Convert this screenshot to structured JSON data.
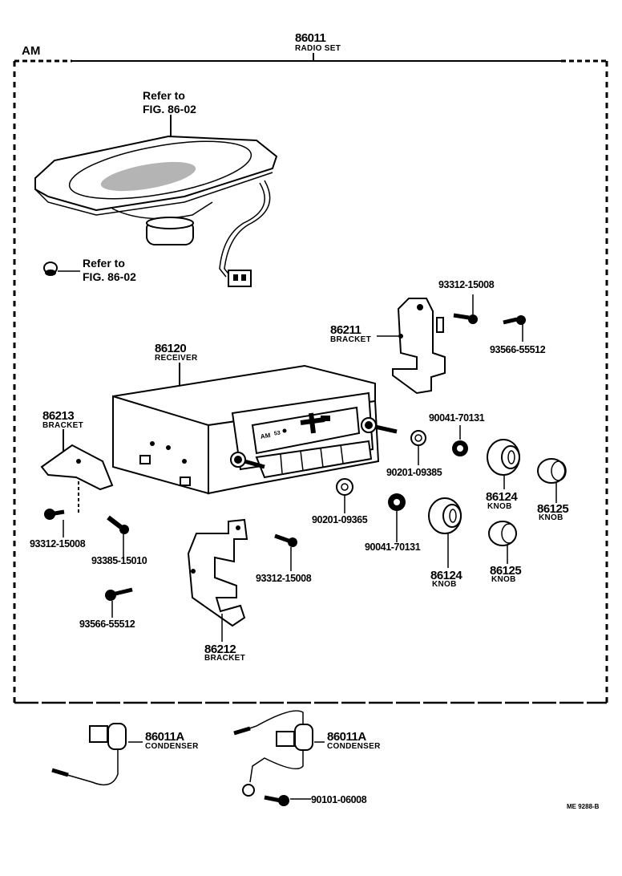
{
  "figure": {
    "section_label": "AM",
    "code": "ME 9288-B"
  },
  "assembly": {
    "number": "86011",
    "name": "RADIO SET"
  },
  "refs": [
    {
      "line1": "Refer to",
      "line2": "FIG. 86-02"
    },
    {
      "line1": "Refer to",
      "line2": "FIG. 86-02"
    }
  ],
  "parts": {
    "receiver": {
      "number": "86120",
      "name": "RECEIVER"
    },
    "bracket_86211": {
      "number": "86211",
      "name": "BRACKET"
    },
    "bracket_86213": {
      "number": "86213",
      "name": "BRACKET"
    },
    "bracket_86212": {
      "number": "86212",
      "name": "BRACKET"
    },
    "knob_86124_a": {
      "number": "86124",
      "name": "KNOB"
    },
    "knob_86124_b": {
      "number": "86124",
      "name": "KNOB"
    },
    "knob_86125_a": {
      "number": "86125",
      "name": "KNOB"
    },
    "knob_86125_b": {
      "number": "86125",
      "name": "KNOB"
    },
    "condenser_a": {
      "number": "86011A",
      "name": "CONDENSER"
    },
    "condenser_b": {
      "number": "86011A",
      "name": "CONDENSER"
    }
  },
  "fasteners": {
    "screw_93312_top": "93312-15008",
    "screw_93566_top": "93566-55512",
    "nut_90041_top": "90041-70131",
    "washer_90201_top": "90201-09385",
    "washer_90201_mid": "90201-09365",
    "nut_90041_mid": "90041-70131",
    "screw_93312_left": "93312-15008",
    "bolt_93385": "93385-15010",
    "screw_93566_left": "93566-55512",
    "screw_93312_mid": "93312-15008",
    "bolt_90101": "90101-06008"
  },
  "dial_text": {
    "band": "AM",
    "marks": "53"
  }
}
